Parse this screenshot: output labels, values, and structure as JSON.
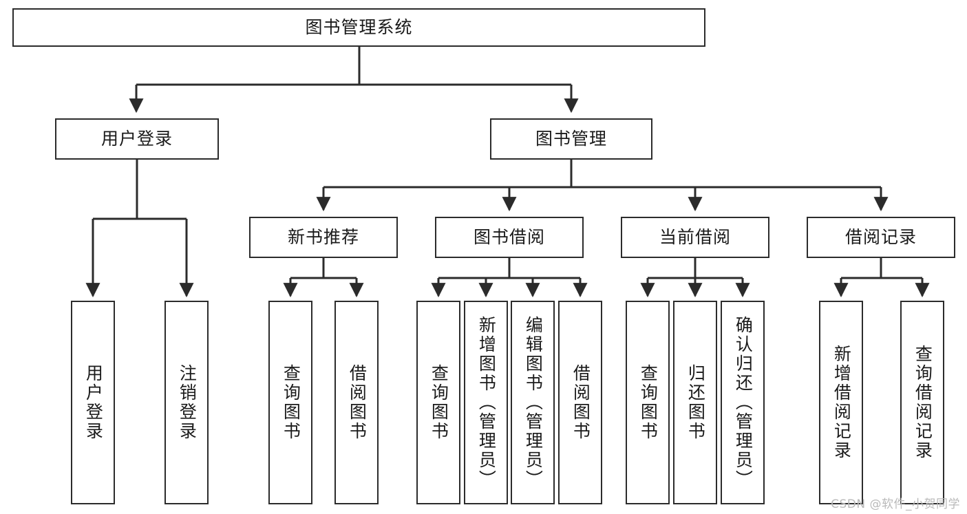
{
  "diagram": {
    "title": "图书管理系统",
    "type": "tree",
    "stroke_color": "#2b2b2b",
    "fill_color": "#ffffff",
    "text_color": "#1a1a1a",
    "nodes": {
      "root": {
        "label": "图书管理系统",
        "level": 1,
        "orientation": "horizontal"
      },
      "user_login": {
        "label": "用户登录",
        "level": 2,
        "orientation": "horizontal"
      },
      "book_manage": {
        "label": "图书管理",
        "level": 2,
        "orientation": "horizontal"
      },
      "new_book_rec": {
        "label": "新书推荐",
        "level": 3,
        "orientation": "horizontal"
      },
      "book_borrow": {
        "label": "图书借阅",
        "level": 3,
        "orientation": "horizontal"
      },
      "current_borrow": {
        "label": "当前借阅",
        "level": 3,
        "orientation": "horizontal"
      },
      "borrow_record": {
        "label": "借阅记录",
        "level": 3,
        "orientation": "horizontal"
      },
      "leaf_user_login": {
        "label": "用户登录",
        "level": 4,
        "orientation": "vertical"
      },
      "leaf_logout": {
        "label": "注销登录",
        "level": 4,
        "orientation": "vertical"
      },
      "leaf_query_book_1": {
        "label": "查询图书",
        "level": 4,
        "orientation": "vertical"
      },
      "leaf_borrow_book_1": {
        "label": "借阅图书",
        "level": 4,
        "orientation": "vertical"
      },
      "leaf_query_book_2": {
        "label": "查询图书",
        "level": 4,
        "orientation": "vertical"
      },
      "leaf_add_book": {
        "label": "新增图书（管理员）",
        "level": 4,
        "orientation": "vertical"
      },
      "leaf_edit_book": {
        "label": "编辑图书（管理员）",
        "level": 4,
        "orientation": "vertical"
      },
      "leaf_borrow_book_2": {
        "label": "借阅图书",
        "level": 4,
        "orientation": "vertical"
      },
      "leaf_query_book_3": {
        "label": "查询图书",
        "level": 4,
        "orientation": "vertical"
      },
      "leaf_return_book": {
        "label": "归还图书",
        "level": 4,
        "orientation": "vertical"
      },
      "leaf_confirm_return": {
        "label": "确认归还（管理员）",
        "level": 4,
        "orientation": "vertical"
      },
      "leaf_add_record": {
        "label": "新增借阅记录",
        "level": 4,
        "orientation": "vertical"
      },
      "leaf_query_record": {
        "label": "查询借阅记录",
        "level": 4,
        "orientation": "vertical"
      }
    },
    "edges": [
      {
        "from": "root",
        "to": "user_login"
      },
      {
        "from": "root",
        "to": "book_manage"
      },
      {
        "from": "book_manage",
        "to": "new_book_rec"
      },
      {
        "from": "book_manage",
        "to": "book_borrow"
      },
      {
        "from": "book_manage",
        "to": "current_borrow"
      },
      {
        "from": "book_manage",
        "to": "borrow_record"
      },
      {
        "from": "user_login",
        "to": "leaf_user_login"
      },
      {
        "from": "user_login",
        "to": "leaf_logout"
      },
      {
        "from": "new_book_rec",
        "to": "leaf_query_book_1"
      },
      {
        "from": "new_book_rec",
        "to": "leaf_borrow_book_1"
      },
      {
        "from": "book_borrow",
        "to": "leaf_query_book_2"
      },
      {
        "from": "book_borrow",
        "to": "leaf_add_book"
      },
      {
        "from": "book_borrow",
        "to": "leaf_edit_book"
      },
      {
        "from": "book_borrow",
        "to": "leaf_borrow_book_2"
      },
      {
        "from": "current_borrow",
        "to": "leaf_query_book_3"
      },
      {
        "from": "current_borrow",
        "to": "leaf_return_book"
      },
      {
        "from": "current_borrow",
        "to": "leaf_confirm_return"
      },
      {
        "from": "borrow_record",
        "to": "leaf_add_record"
      },
      {
        "from": "borrow_record",
        "to": "leaf_query_record"
      }
    ]
  },
  "watermark": {
    "text": "CSDN @软件_小贺同学"
  }
}
